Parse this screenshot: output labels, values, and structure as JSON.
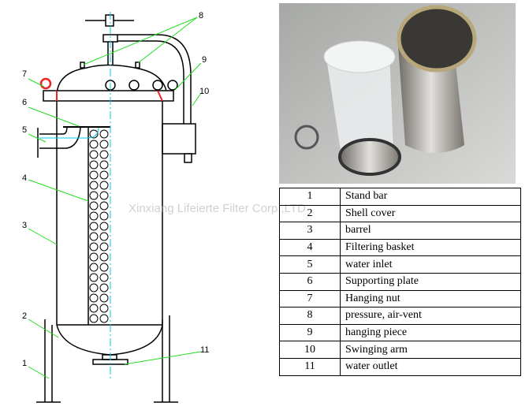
{
  "diagram_labels": [
    "1",
    "2",
    "3",
    "4",
    "5",
    "6",
    "7",
    "8",
    "9",
    "10",
    "11"
  ],
  "watermark": "Xinxiang Lifeierte Filter Corp.,LTD",
  "parts": [
    {
      "num": "1",
      "name": "Stand bar"
    },
    {
      "num": "2",
      "name": "Shell cover"
    },
    {
      "num": "3",
      "name": "barrel"
    },
    {
      "num": "4",
      "name": "Filtering basket"
    },
    {
      "num": "5",
      "name": "water inlet"
    },
    {
      "num": "6",
      "name": "Supporting plate"
    },
    {
      "num": "7",
      "name": "Hanging nut"
    },
    {
      "num": "8",
      "name": "pressure, air-vent"
    },
    {
      "num": "9",
      "name": "hanging piece"
    },
    {
      "num": "10",
      "name": "Swinging arm"
    },
    {
      "num": "11",
      "name": "water outlet"
    }
  ],
  "colors": {
    "leader": "#22dd22",
    "centerline": "#00ccee",
    "section": "#ee2222"
  }
}
